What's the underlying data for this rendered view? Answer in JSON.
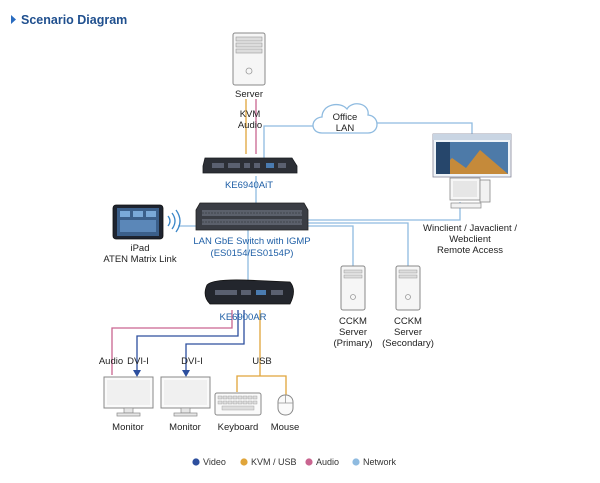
{
  "title": "Scenario Diagram",
  "colors": {
    "title": "#1f4f8e",
    "video": "#2d4f9e",
    "kvm_usb": "#e0a53a",
    "audio": "#c96590",
    "network": "#8fbbe0",
    "device_label": "#1f5fa6"
  },
  "nodes": {
    "server": "Server",
    "kvm_audio": [
      "KVM",
      "Audio"
    ],
    "office_lan": [
      "Office",
      "LAN"
    ],
    "transmitter": "KE6940AiT",
    "switch": [
      "LAN GbE Switch with IGMP",
      "(ES0154/ES0154P)"
    ],
    "ipad": [
      "iPad",
      "ATEN Matrix Link"
    ],
    "remote": [
      "Winclient / Javaclient /",
      "Webclient",
      "Remote Access"
    ],
    "receiver": "KE6900AR",
    "cckm_primary": [
      "CCKM",
      "Server",
      "(Primary)"
    ],
    "cckm_secondary": [
      "CCKM",
      "Server",
      "(Secondary)"
    ],
    "port_audio": "Audio",
    "port_dvi_1": "DVI-I",
    "port_dvi_2": "DVI-I",
    "port_usb": "USB",
    "monitor_1": "Monitor",
    "monitor_2": "Monitor",
    "keyboard": "Keyboard",
    "mouse": "Mouse"
  },
  "legend": [
    {
      "label": "Video",
      "color": "#2d4f9e"
    },
    {
      "label": "KVM / USB",
      "color": "#e0a53a"
    },
    {
      "label": "Audio",
      "color": "#c96590"
    },
    {
      "label": "Network",
      "color": "#8fbbe0"
    }
  ]
}
